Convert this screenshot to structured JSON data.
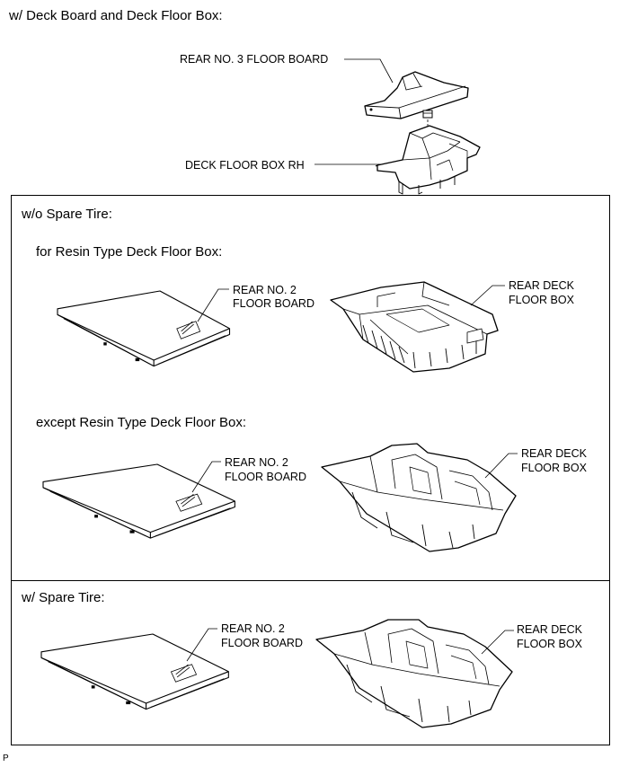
{
  "top": {
    "heading": "w/ Deck Board and Deck Floor Box:",
    "labels": {
      "rear_no3_floor_board": "REAR NO. 3 FLOOR BOARD",
      "deck_floor_box_rh": "DECK FLOOR BOX RH"
    }
  },
  "wo_spare": {
    "heading": "w/o Spare Tire:",
    "resin": {
      "heading": "for Resin Type Deck Floor Box:",
      "board_label": [
        "REAR NO. 2",
        "FLOOR BOARD"
      ],
      "box_label": [
        "REAR DECK",
        "FLOOR BOX"
      ]
    },
    "except": {
      "heading": "except Resin Type Deck Floor Box:",
      "board_label": [
        "REAR NO. 2",
        "FLOOR BOARD"
      ],
      "box_label": [
        "REAR DECK",
        "FLOOR BOX"
      ]
    }
  },
  "w_spare": {
    "heading": "w/ Spare Tire:",
    "board_label": [
      "REAR NO. 2",
      "FLOOR BOARD"
    ],
    "box_label": [
      "REAR DECK",
      "FLOOR BOX"
    ]
  },
  "footer_mark": "P"
}
